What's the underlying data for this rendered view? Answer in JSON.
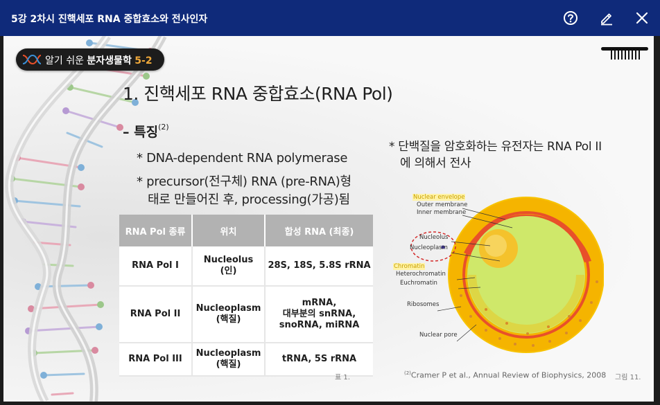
{
  "window": {
    "title": "5강 2차시 진핵세포 RNA 중합효소와 전사인자",
    "help_icon": "help-circle-icon",
    "edit_icon": "pencil-icon",
    "close_icon": "close-icon"
  },
  "badge": {
    "prefix": "알기 쉬운 ",
    "course": "분자생물학",
    "number": "5-2"
  },
  "slide": {
    "heading": "1. 진핵세포 RNA 중합효소(RNA Pol)",
    "subheading": "– 특징",
    "subheading_ref": "(2)",
    "bullet1": "* DNA-dependent RNA polymerase",
    "bullet2_line1": "* precursor(전구체) RNA (pre-RNA)형",
    "bullet2_line2": "태로 만들어진 후, processing(가공)됨",
    "note_line1": "* 단백질을 암호화하는 유전자는 RNA Pol II",
    "note_line2": "에 의해서 전사"
  },
  "table": {
    "headers": [
      "RNA Pol 종류",
      "위치",
      "합성 RNA (최종)"
    ],
    "rows": [
      {
        "type": "RNA Pol I",
        "loc1": "Nucleolus",
        "loc2": "(인)",
        "rna1": "28S, 18S, 5.8S rRNA",
        "rna2": "",
        "rna3": ""
      },
      {
        "type": "RNA Pol II",
        "loc1": "Nucleoplasm",
        "loc2": "(핵질)",
        "rna1": "mRNA,",
        "rna2": "대부분의 snRNA,",
        "rna3": "snoRNA, miRNA"
      },
      {
        "type": "RNA Pol III",
        "loc1": "Nucleoplasm",
        "loc2": "(핵질)",
        "rna1": "tRNA, 5S rRNA",
        "rna2": "",
        "rna3": ""
      }
    ],
    "caption": "표 1."
  },
  "figure": {
    "labels": {
      "nuclear_envelope": "Nuclear envelope",
      "outer_membrane": "Outer membrane",
      "inner_membrane": "Inner membrane",
      "nucleolus": "Nucleolus",
      "nucleoplasm": "Nucleoplasm",
      "chromatin": "Chromatin",
      "heterochromatin": "Heterochromatin",
      "euchromatin": "Euchromatin",
      "ribosomes": "Ribosomes",
      "nuclear_pore": "Nuclear pore"
    },
    "citation_ref": "(2)",
    "citation": "Cramer P et al., Annual Review of Biophysics, 2008",
    "caption": "그림 11."
  },
  "colors": {
    "titlebar": "#0f2a7a",
    "badge_accent": "#f0a93a",
    "table_header": "#b2b2b2",
    "nucleus_outer": "#f5b400",
    "nucleus_ring": "#e8502a",
    "nucleoplasm": "#cfe86a",
    "highlight_label": "#c8a000"
  }
}
